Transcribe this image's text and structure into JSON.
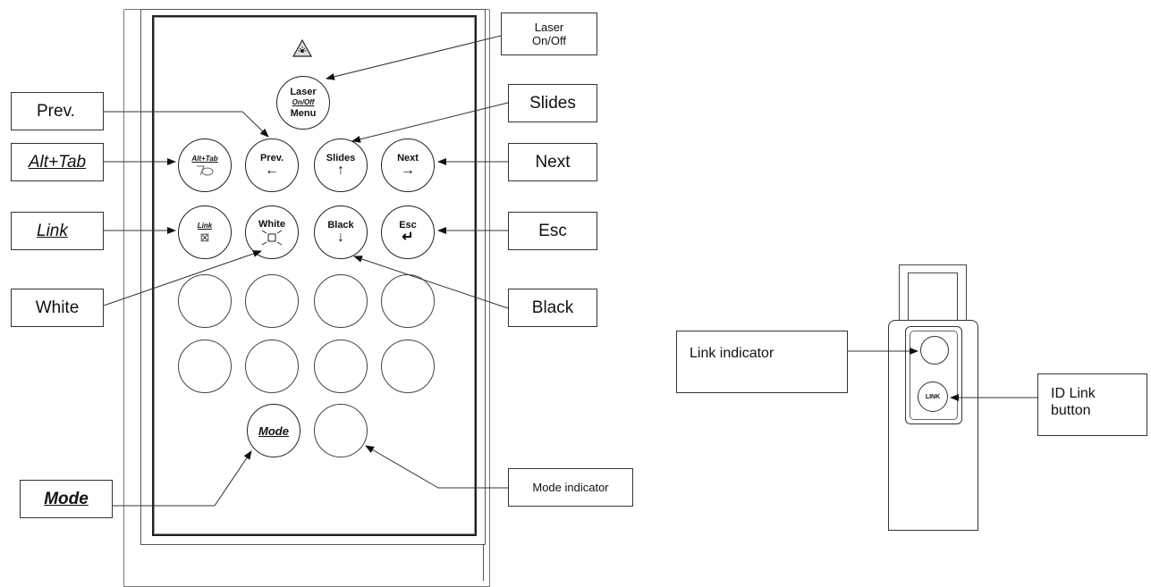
{
  "remote": {
    "buttons": {
      "laser": {
        "line1": "Laser",
        "line2": "On/Off",
        "line3": "Menu"
      },
      "alt_tab": {
        "label": "Alt+Tab"
      },
      "prev": {
        "label": "Prev.",
        "glyph": "←"
      },
      "slides": {
        "label": "Slides",
        "glyph": "↑"
      },
      "next": {
        "label": "Next",
        "glyph": "→"
      },
      "link": {
        "label": "Link",
        "glyph": "⊠"
      },
      "white": {
        "label": "White"
      },
      "black": {
        "label": "Black",
        "glyph": "↓"
      },
      "esc": {
        "label": "Esc",
        "glyph": "↵"
      },
      "mode": {
        "label": "Mode"
      }
    }
  },
  "callouts": {
    "laser_on_off": {
      "line1": "Laser",
      "line2": "On/Off"
    },
    "slides": "Slides",
    "prev": "Prev.",
    "next": "Next",
    "alt_tab": "Alt+Tab",
    "link": "Link",
    "esc": "Esc",
    "white": "White",
    "black": "Black",
    "mode": "Mode",
    "mode_indicator": "Mode indicator"
  },
  "dongle": {
    "link_button_label": "LINK",
    "callouts": {
      "link_indicator": "Link indicator",
      "id_link_button": {
        "line1": "ID Link",
        "line2": "button"
      }
    }
  }
}
